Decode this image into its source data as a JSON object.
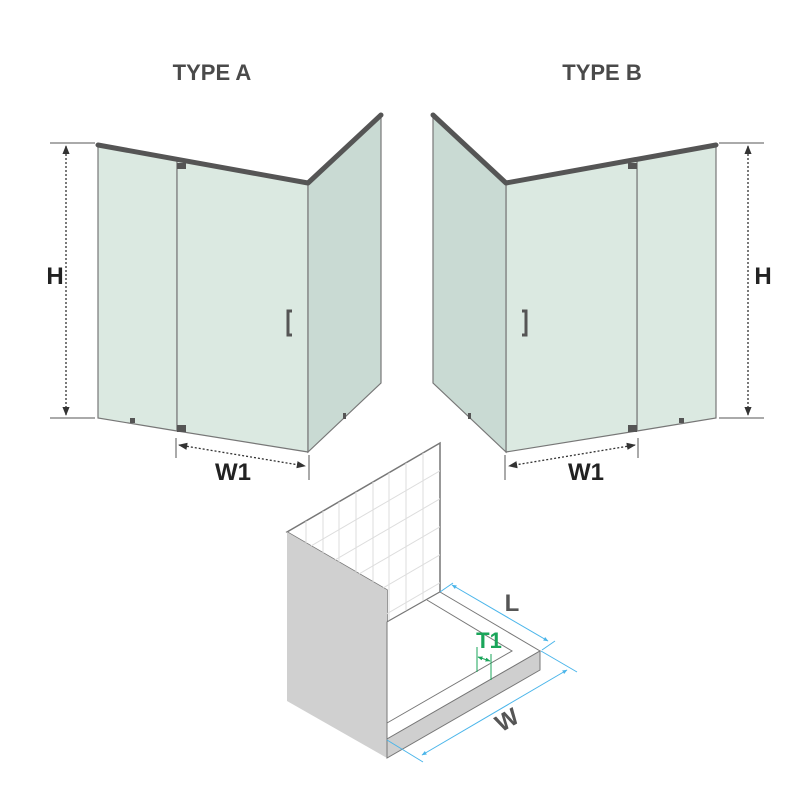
{
  "type_a": {
    "title": "TYPE A",
    "height_label": "H",
    "width_label": "W1"
  },
  "type_b": {
    "title": "TYPE B",
    "height_label": "H",
    "width_label": "W1"
  },
  "tray": {
    "length_label": "L",
    "width_label": "W",
    "thickness_label": "T1"
  },
  "colors": {
    "glass": "#dbe9e1",
    "frame": "#555555",
    "dimension_blue": "#4ab5ea",
    "dimension_green": "#1aa55a"
  }
}
